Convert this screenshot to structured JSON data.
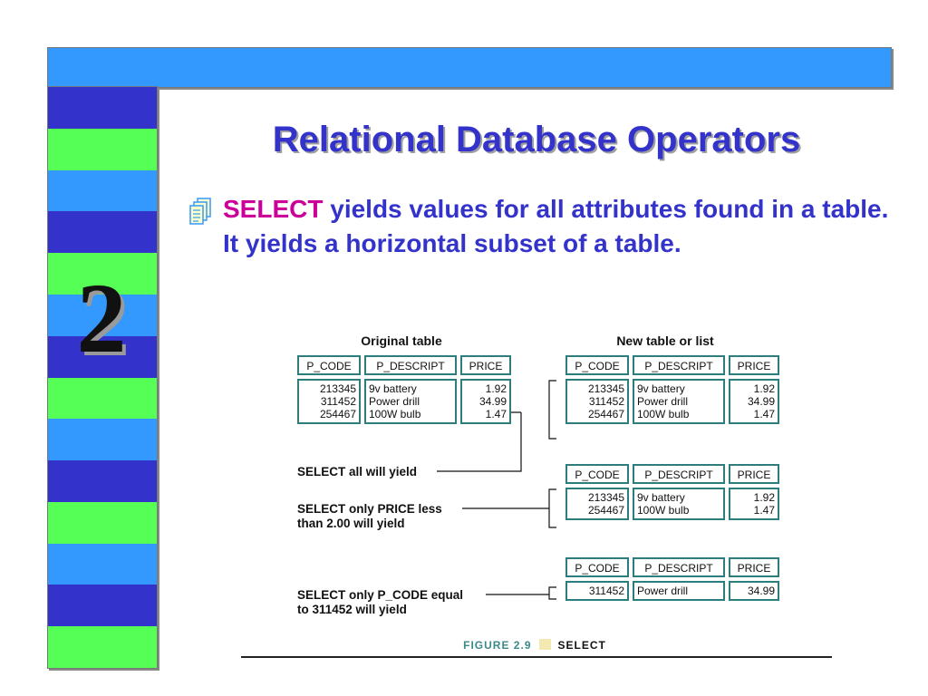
{
  "slide": {
    "number": "2",
    "title": "Relational Database Operators",
    "bullet": {
      "keyword": "SELECT",
      "text": " yields values for all attributes found in a table. It yields a horizontal subset of a table."
    }
  },
  "figure": {
    "original_heading": "Original table",
    "new_heading": "New table or list",
    "columns": [
      "P_CODE",
      "P_DESCRIPT",
      "PRICE"
    ],
    "original_rows": [
      [
        "213345",
        "9v battery",
        "1.92"
      ],
      [
        "311452",
        "Power drill",
        "34.99"
      ],
      [
        "254467",
        "100W bulb",
        "1.47"
      ]
    ],
    "result_all_rows": [
      [
        "213345",
        "9v battery",
        "1.92"
      ],
      [
        "311452",
        "Power drill",
        "34.99"
      ],
      [
        "254467",
        "100W bulb",
        "1.47"
      ]
    ],
    "result_price_rows": [
      [
        "213345",
        "9v battery",
        "1.92"
      ],
      [
        "254467",
        "100W bulb",
        "1.47"
      ]
    ],
    "result_code_rows": [
      [
        "311452",
        "Power drill",
        "34.99"
      ]
    ],
    "labels": {
      "select_all": "SELECT all will yield",
      "select_price_line1": "SELECT only PRICE less",
      "select_price_line2": "than 2.00 will yield",
      "select_code_line1": "SELECT only P_CODE equal",
      "select_code_line2": "to 311452 will yield"
    },
    "caption_number": "FIGURE 2.9",
    "caption_text": "SELECT"
  },
  "colors": {
    "top_bar": "#3399ff",
    "stripe_colors": [
      "#3333cc",
      "#55ff55",
      "#3399ff"
    ],
    "title": "#3333cc",
    "keyword": "#cc0099",
    "table_border": "#2e7d7d"
  },
  "icons": {
    "bullet": "document-stack-icon"
  }
}
